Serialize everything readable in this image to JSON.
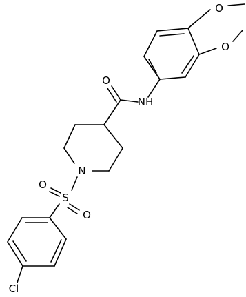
{
  "molecule": {
    "atoms": {
      "O_carbonyl": "O",
      "NH_amide": "NH",
      "O_methoxy_top": "O",
      "O_methoxy_right": "O",
      "N_piperidine": "N",
      "S_sulfonyl": "S",
      "O_sulfonyl_left": "O",
      "O_sulfonyl_lower": "O",
      "Cl_substituent": "Cl"
    }
  }
}
